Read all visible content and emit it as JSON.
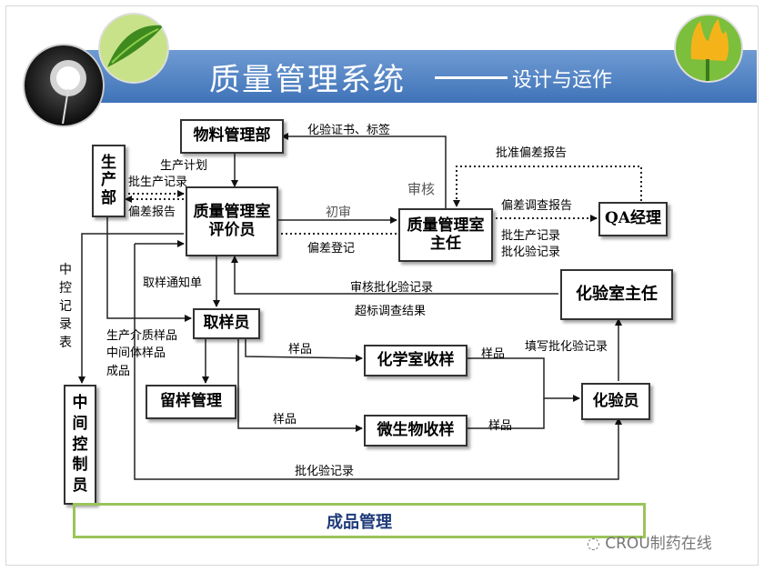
{
  "header": {
    "title": "质量管理系统",
    "subtitle": "设计与运作",
    "bar_color": "#4a7cc0"
  },
  "boxes": {
    "materials": "物料管理部",
    "production": [
      "生",
      "产",
      "部"
    ],
    "qa_evaluator_l1": "质量管理室",
    "qa_evaluator_l2": "评价员",
    "qa_director_l1": "质量管理室",
    "qa_director_l2": "主任",
    "qa_manager": "QA经理",
    "lab_director": "化验室主任",
    "sampler": "取样员",
    "retained_samples": "留样管理",
    "chem_receiving": "化学室收样",
    "micro_receiving": "微生物收样",
    "analyst": "化验员",
    "inprocess_control": [
      "中",
      "间",
      "控",
      "制",
      "员"
    ]
  },
  "labels": {
    "cert_label": "化验证书、标签",
    "prod_plan": "生产计划",
    "batch_record": "批生产记录",
    "deviation_report": "偏差报告",
    "approve_deviation": "批准偏差报告",
    "review": "审核",
    "deviation_investigation": "偏差调查报告",
    "initial_review": "初审",
    "deviation_log": "偏差登记",
    "batch_prod_record": "批生产记录",
    "batch_lab_record": "批化验记录",
    "review_batch_lab": "审核批化验记录",
    "oos_result": "超标调查结果",
    "sampling_notice": "取样通知单",
    "ipc_record": [
      "中",
      "控",
      "记",
      "录",
      "表"
    ],
    "intermediate_sample": "生产介质样品",
    "intermediate_product": "中间体样品",
    "finished_product": "成品",
    "sample_1": "样品",
    "sample_2": "样品",
    "sample_3": "样品",
    "sample_4": "样品",
    "fill_batch_lab": "填写批化验记录",
    "batch_lab_record_bottom": "批化验记录"
  },
  "footer": {
    "finished_goods": "成品管理",
    "watermark": "CROU制药在线"
  },
  "colors": {
    "green_frame": "#9bc45a",
    "footer_text": "#1f3a7a"
  }
}
